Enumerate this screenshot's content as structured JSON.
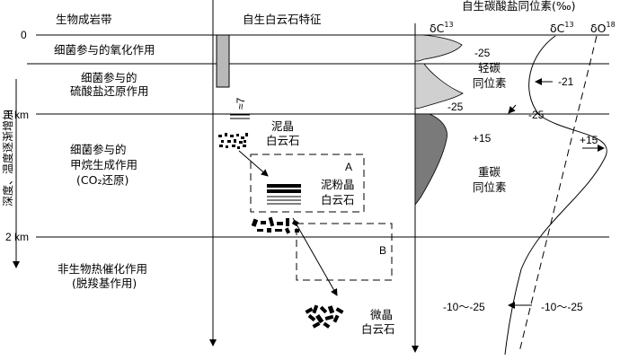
{
  "headers": {
    "col1": "生物成岩带",
    "col2": "自生白云石特征",
    "col3": "自生碳酸盐同位素(‰)",
    "delta_c_label": "δC",
    "delta_c_sup": "13",
    "delta_c_label_right": "δC",
    "delta_c_sup_right": "13",
    "delta_o_label": "δO",
    "delta_o_sup": "18"
  },
  "depth": {
    "axis_label": "深度、温度逐渐增加",
    "ticks": [
      "0",
      "1 km",
      "2 km"
    ]
  },
  "zones": {
    "z1": "细菌参与的氧化作用",
    "z2_line1": "细菌参与的",
    "z2_line2": "硫酸盐还原作用",
    "z3_line1": "细菌参与的",
    "z3_line2": "甲烷生成作用",
    "z3_line3": "(CO₂还原)",
    "z4_line1": "非生物热催化作用",
    "z4_line2": "(脱羧基作用)"
  },
  "dolomite": {
    "muddy_line1": "泥晶",
    "muddy_line2": "白云石",
    "silty_line1": "泥粉晶",
    "silty_line2": "白云石",
    "micro_line1": "微晶",
    "micro_line2": "白云石",
    "box_a": "A",
    "box_b": "B",
    "wavy": "≈7"
  },
  "isotopes": {
    "v_m25_top": "-25",
    "v_m25_mid": "-25",
    "v_p15": "+15",
    "light_line1": "轻碳",
    "light_line2": "同位素",
    "heavy_line1": "重碳",
    "heavy_line2": "同位素",
    "v_m21": "-21",
    "v_m25_right": "-25",
    "v_p15_right": "+15",
    "range_left": "-10～-25",
    "range_right": "-10～-25"
  }
}
